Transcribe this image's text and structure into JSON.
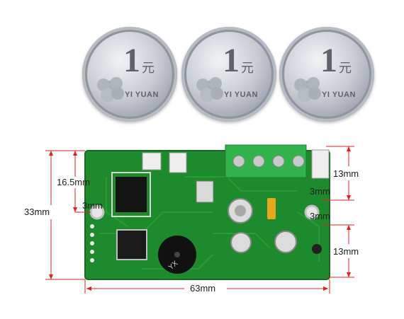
{
  "coins": [
    {
      "denomination": "1",
      "character": "元",
      "text": "YI YUAN"
    },
    {
      "denomination": "1",
      "character": "元",
      "text": "YI YUAN"
    },
    {
      "denomination": "1",
      "character": "元",
      "text": "YI YUAN"
    }
  ],
  "dimensions": {
    "height_top_left": "16.5mm",
    "height_total": "33mm",
    "hole_left": "3mm",
    "right_top": "13mm",
    "right_hole_top": "3mm",
    "right_hole_bottom": "3mm",
    "right_bottom": "13mm",
    "width": "63mm"
  },
  "board_labels": {
    "buzzer": "YX"
  },
  "colors": {
    "dimension_line": "#e02020",
    "pcb": "#1f8a2c",
    "terminal": "#2fb34a"
  }
}
